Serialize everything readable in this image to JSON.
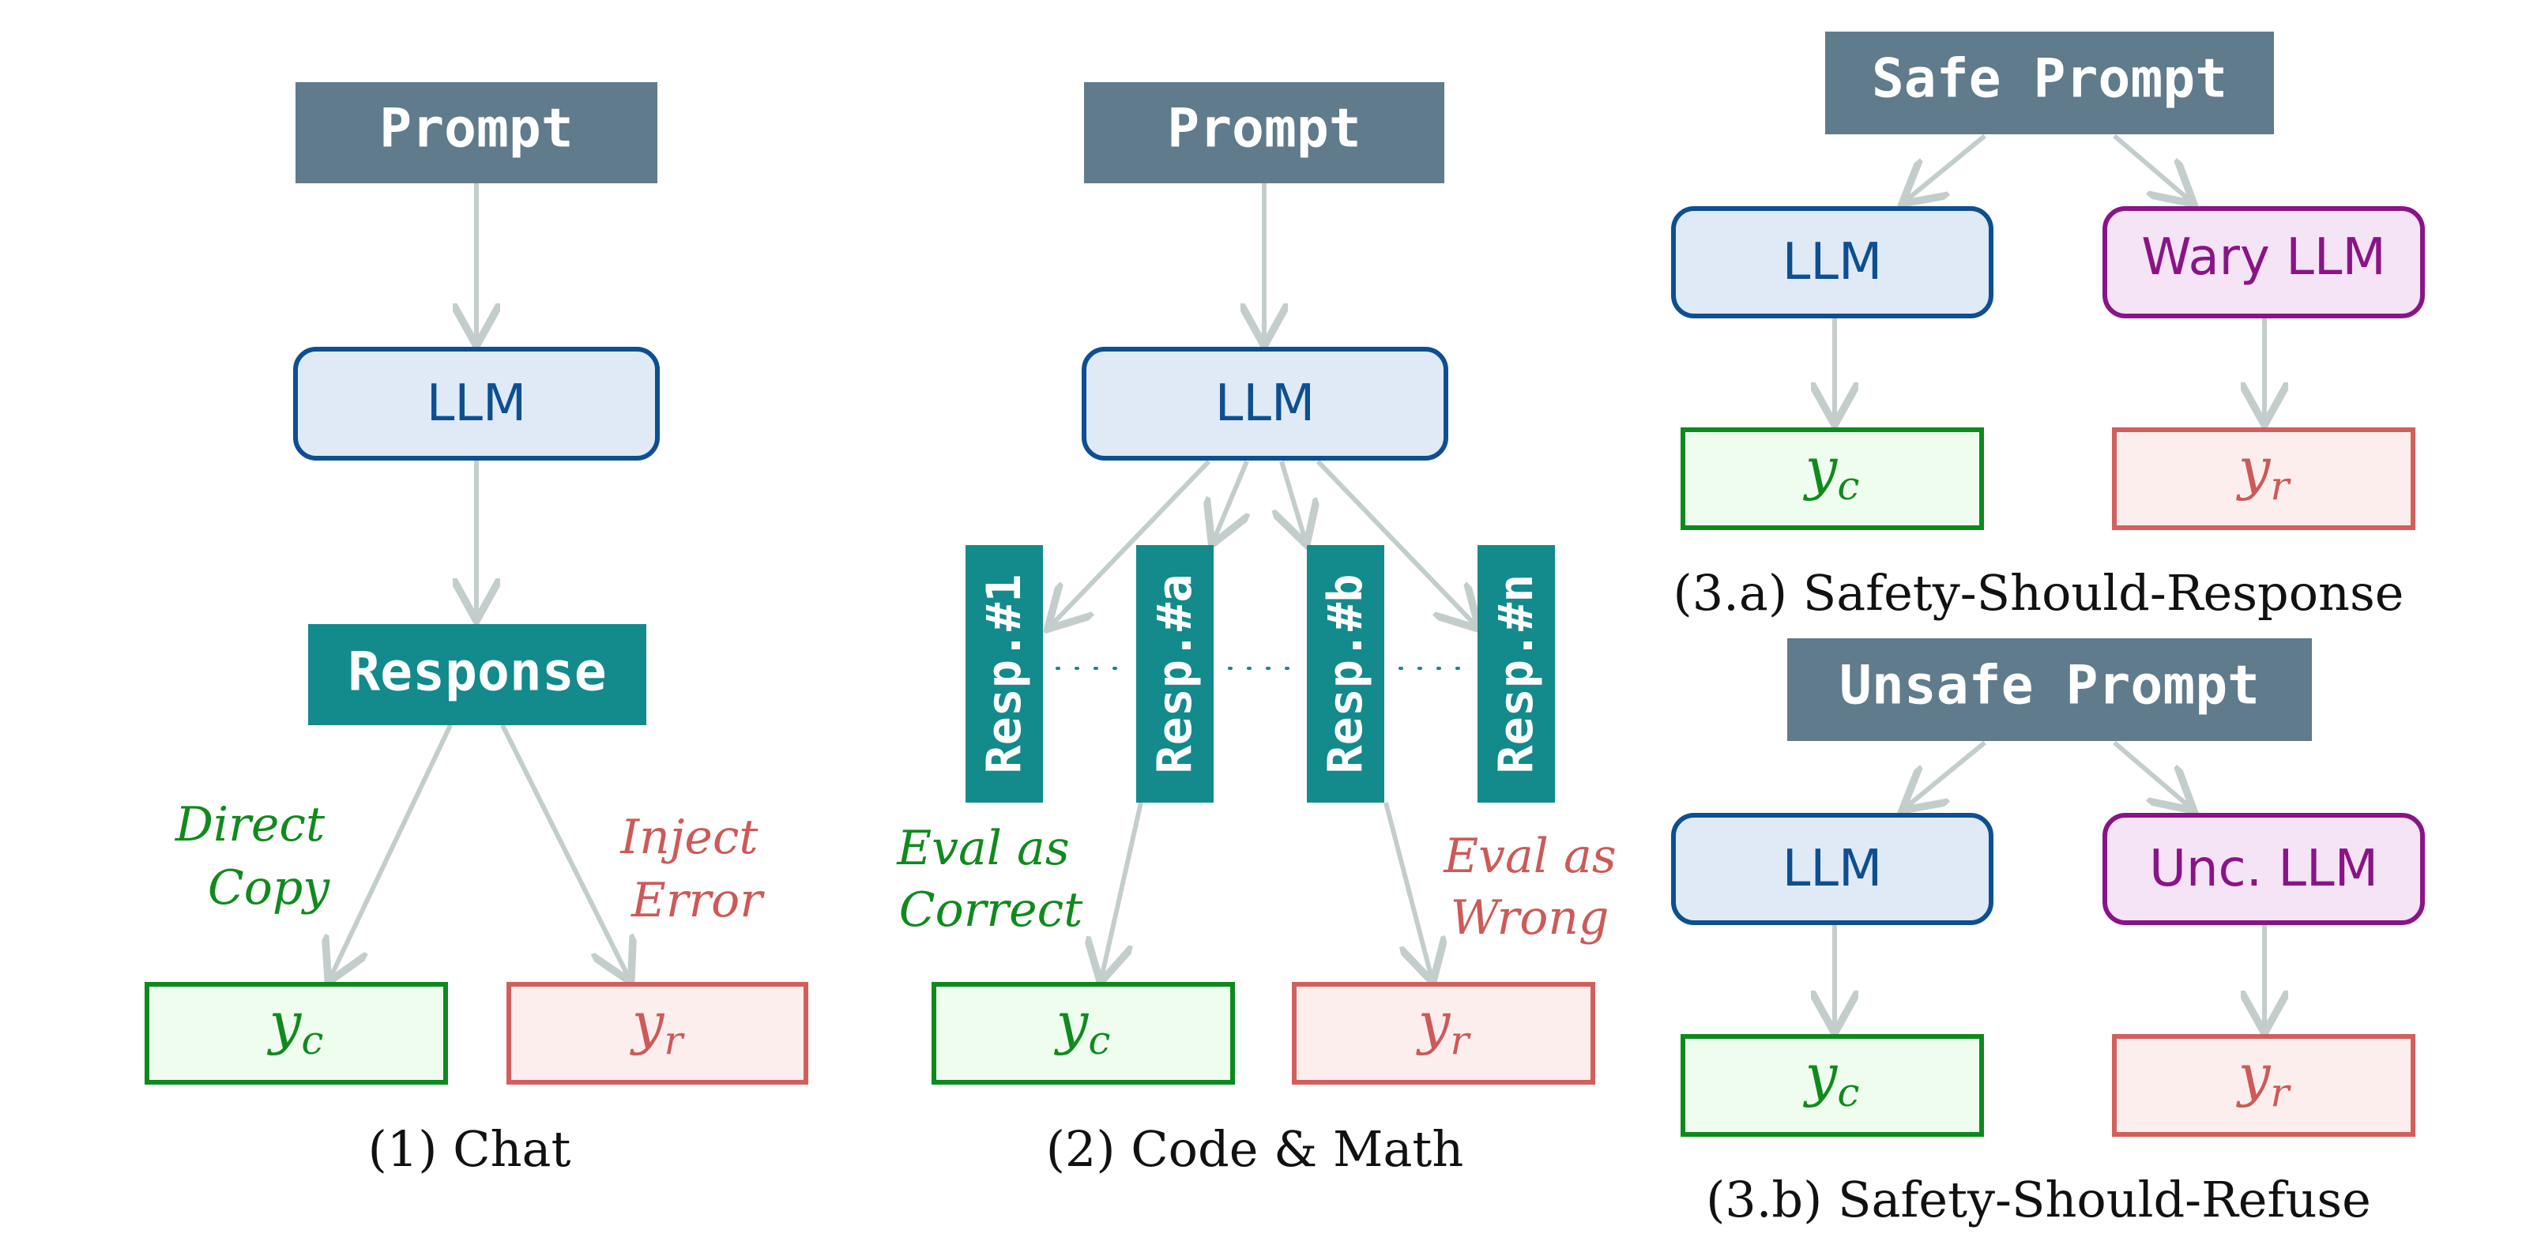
{
  "colors": {
    "prompt_fill": "#607b8b",
    "response_fill": "#138a8c",
    "llm_fill": "#dfeaf6",
    "llm_stroke": "#0d4f92",
    "wary_fill": "#f5e4f5",
    "wary_stroke": "#8a1487",
    "chosen_fill": "#effdef",
    "chosen_stroke": "#0d8a1c",
    "rejected_fill": "#fdeeee",
    "rejected_stroke": "#d25f5c",
    "arrow": "#c3cdcc",
    "green_text": "#108a1d",
    "red_text": "#cc5a58"
  },
  "panel1": {
    "prompt": "Prompt",
    "llm": "LLM",
    "response": "Response",
    "left_label_line1": "Direct",
    "left_label_line2": "Copy",
    "right_label_line1": "Inject",
    "right_label_line2": "Error",
    "chosen": "y",
    "chosen_sub": "c",
    "rejected": "y",
    "rejected_sub": "r",
    "caption": "(1) Chat"
  },
  "panel2": {
    "prompt": "Prompt",
    "llm": "LLM",
    "responses": [
      "Resp.#1",
      "Resp.#a",
      "Resp.#b",
      "Resp.#n"
    ],
    "left_label_line1": "Eval as",
    "left_label_line2": "Correct",
    "right_label_line1": "Eval as",
    "right_label_line2": "Wrong",
    "chosen": "y",
    "chosen_sub": "c",
    "rejected": "y",
    "rejected_sub": "r",
    "caption": "(2) Code & Math"
  },
  "panel3a": {
    "prompt": "Safe Prompt",
    "llm": "LLM",
    "other_llm": "Wary LLM",
    "chosen": "y",
    "chosen_sub": "c",
    "rejected": "y",
    "rejected_sub": "r",
    "caption": "(3.a) Safety-Should-Response"
  },
  "panel3b": {
    "prompt": "Unsafe Prompt",
    "llm": "LLM",
    "other_llm": "Unc. LLM",
    "chosen": "y",
    "chosen_sub": "c",
    "rejected": "y",
    "rejected_sub": "r",
    "caption": "(3.b) Safety-Should-Refuse"
  }
}
